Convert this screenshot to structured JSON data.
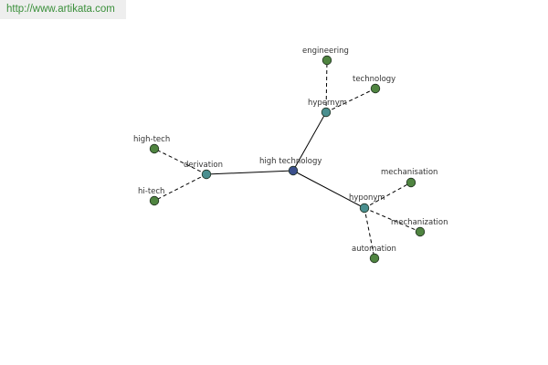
{
  "source": {
    "url": "http://www.artikata.com"
  },
  "colors": {
    "center_node": "#3b4f8c",
    "relation_node": "#4a8f8f",
    "leaf_node": "#4f8440",
    "node_stroke": "#1f2f1f",
    "edge": "#000000",
    "banner_text": "#3a8f3a"
  },
  "graph": {
    "center": {
      "id": "high-technology",
      "label": "high technology"
    },
    "relations": [
      {
        "id": "hypernym",
        "label": "hypernym",
        "terms": [
          {
            "id": "engineering",
            "label": "engineering"
          },
          {
            "id": "technology",
            "label": "technology"
          }
        ]
      },
      {
        "id": "derivation",
        "label": "derivation",
        "terms": [
          {
            "id": "high-tech",
            "label": "high-tech"
          },
          {
            "id": "hi-tech",
            "label": "hi-tech"
          }
        ]
      },
      {
        "id": "hyponym",
        "label": "hyponym",
        "terms": [
          {
            "id": "mechanisation",
            "label": "mechanisation"
          },
          {
            "id": "mechanization",
            "label": "mechanization"
          },
          {
            "id": "automation",
            "label": "automation"
          }
        ]
      }
    ]
  }
}
